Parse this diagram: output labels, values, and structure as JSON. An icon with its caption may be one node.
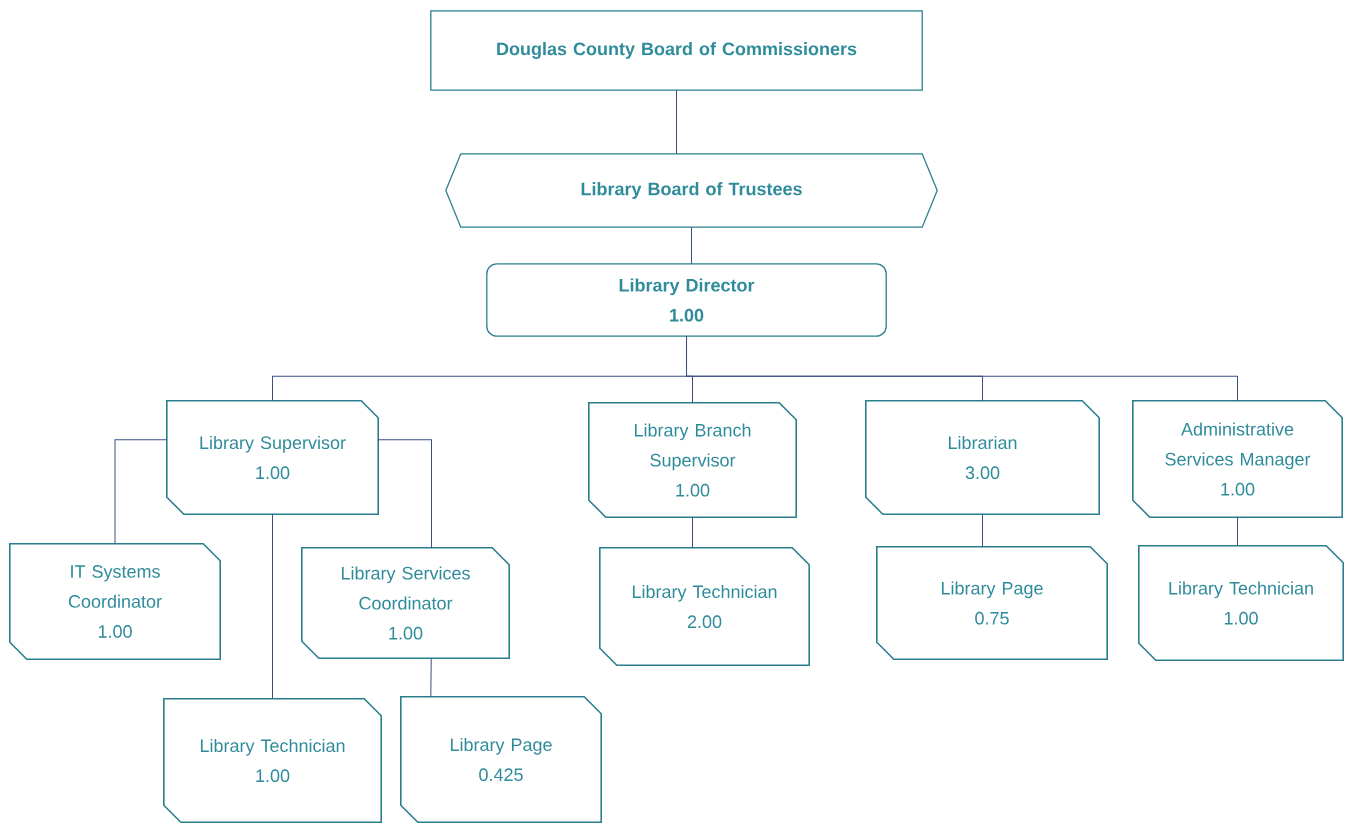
{
  "diagram": {
    "nodes": [
      {
        "text": [
          "Douglas County Board of Commissioners"
        ]
      },
      {
        "text": [
          "Library Board of Trustees"
        ]
      },
      {
        "text": [
          "Library Director",
          "1.00"
        ]
      },
      {
        "text": [
          "Library Supervisor",
          "1.00"
        ]
      },
      {
        "text": [
          "Library Branch Supervisor",
          "1.00"
        ]
      },
      {
        "text": [
          "Librarian",
          "3.00"
        ]
      },
      {
        "text": [
          "Administrative Services Manager",
          "1.00"
        ]
      },
      {
        "text": [
          "IT Systems Coordinator",
          "1.00"
        ]
      },
      {
        "text": [
          "Library Services Coordinator",
          "1.00"
        ]
      },
      {
        "text": [
          "Library Technician",
          "2.00"
        ]
      },
      {
        "text": [
          "Library Page",
          "0.75"
        ]
      },
      {
        "text": [
          "Library Technician",
          "1.00"
        ]
      },
      {
        "text": [
          "Library Technician",
          "1.00"
        ]
      },
      {
        "text": [
          "Library Page",
          "0.425"
        ]
      }
    ],
    "edges": [
      {
        "from": 0,
        "to": 1,
        "arrow": "none"
      },
      {
        "from": 1,
        "to": 2,
        "arrow": "none"
      },
      {
        "from": 2,
        "to": 3,
        "arrow": "none"
      },
      {
        "from": 2,
        "to": 4,
        "arrow": "none"
      },
      {
        "from": 2,
        "to": 5,
        "arrow": "none"
      },
      {
        "from": 2,
        "to": 6,
        "arrow": "none"
      },
      {
        "from": 3,
        "to": 7,
        "arrow": "none"
      },
      {
        "from": 3,
        "to": 8,
        "arrow": "none"
      },
      {
        "from": 3,
        "to": 12,
        "arrow": "none"
      },
      {
        "from": 8,
        "to": 13,
        "arrow": "none"
      },
      {
        "from": 4,
        "to": 9,
        "arrow": "none"
      },
      {
        "from": 5,
        "to": 10,
        "arrow": "none"
      },
      {
        "from": 6,
        "to": 11,
        "arrow": "none"
      }
    ]
  }
}
